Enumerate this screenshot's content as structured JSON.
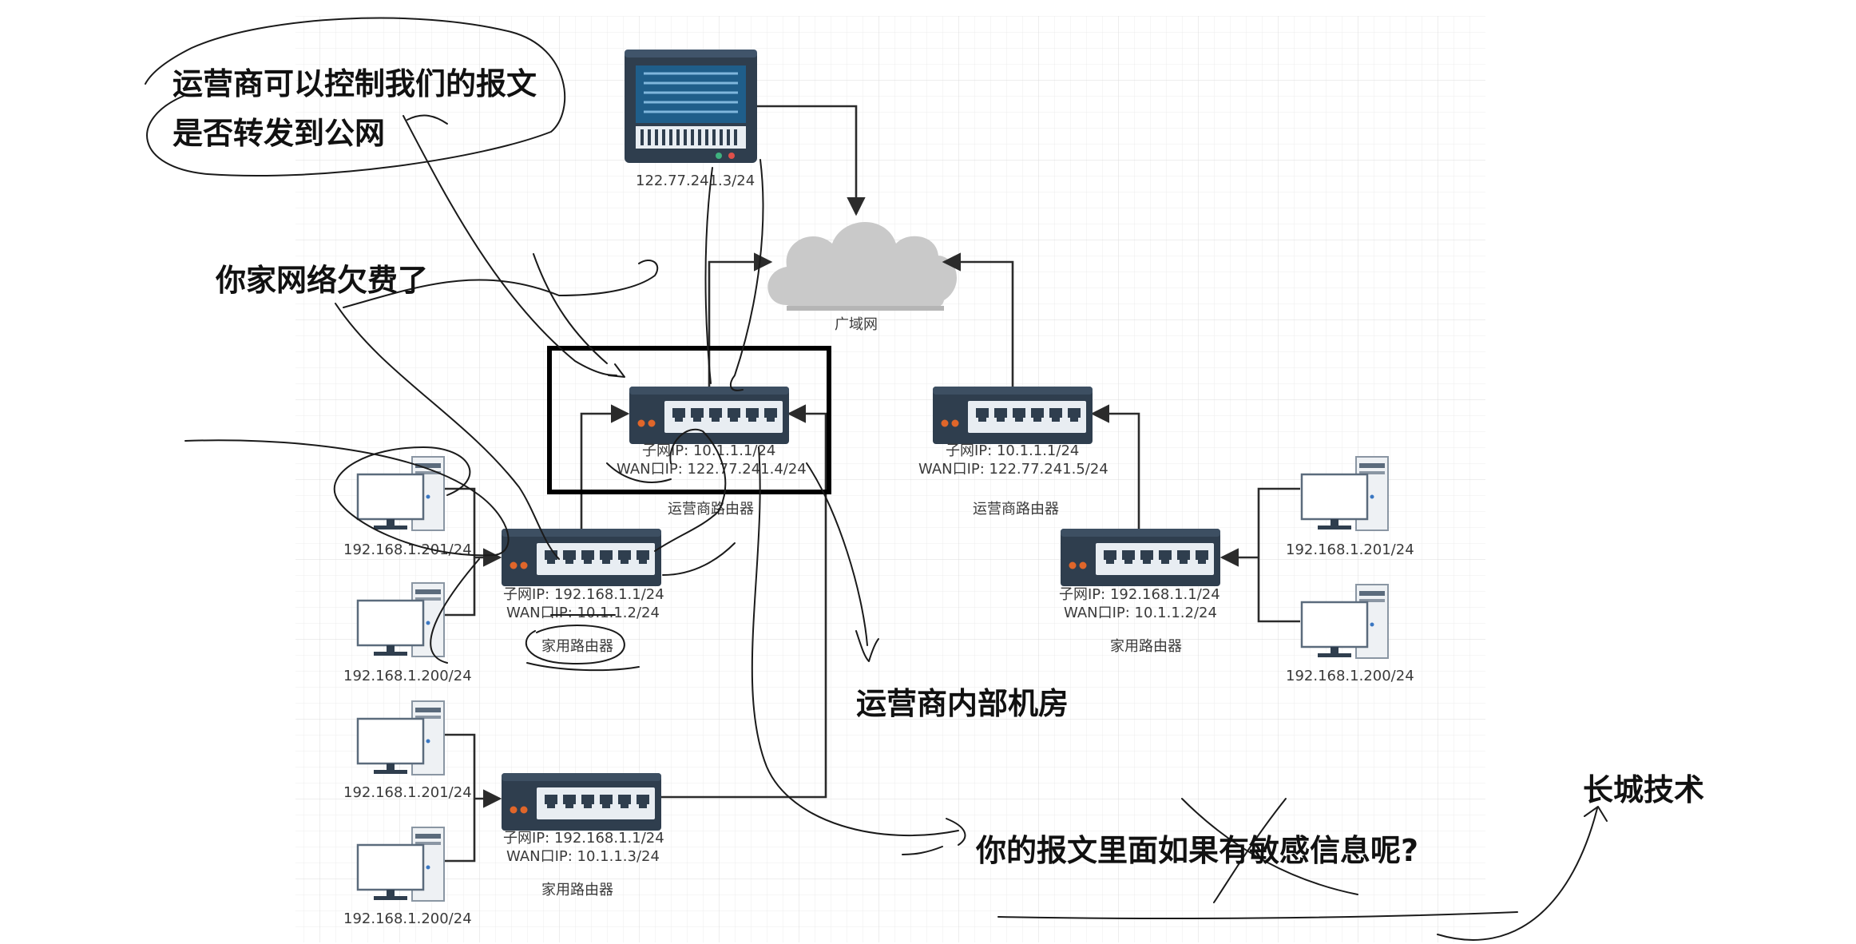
{
  "colors": {
    "device_body": "#2f3e4e",
    "device_panel": "#e8edf2",
    "port": "#2f3e4e",
    "led": "#e0662a",
    "cloud": "#c9c9c9",
    "grid": "#e6e6e6",
    "wire": "#2b2b2b",
    "ink": "#1a1a1a"
  },
  "server": {
    "icon": "server-icon",
    "ip": "122.77.241.3/24"
  },
  "cloud": {
    "icon": "cloud-icon",
    "label": "广域网"
  },
  "isp_router_1": {
    "icon": "switch-icon",
    "subnet": "子网IP:   10.1.1.1/24",
    "wan": "WAN口IP:  122.77.241.4/24",
    "label": "运营商路由器"
  },
  "isp_router_2": {
    "icon": "switch-icon",
    "subnet": "子网IP:   10.1.1.1/24",
    "wan": "WAN口IP:  122.77.241.5/24",
    "label": "运营商路由器"
  },
  "home_router_1": {
    "icon": "switch-icon",
    "subnet": "子网IP:   192.168.1.1/24",
    "wan": "WAN口IP:  10.1.1.2/24",
    "label": "家用路由器"
  },
  "home_router_2": {
    "icon": "switch-icon",
    "subnet": "子网IP:   192.168.1.1/24",
    "wan": "WAN口IP:  10.1.1.3/24",
    "label": "家用路由器"
  },
  "home_router_3": {
    "icon": "switch-icon",
    "subnet": "子网IP:   192.168.1.1/24",
    "wan": "WAN口IP:  10.1.1.2/24",
    "label": "家用路由器"
  },
  "pcs": {
    "icon": "desktop-pc-icon",
    "pc1": "192.168.1.201/24",
    "pc2": "192.168.1.200/24",
    "pc3": "192.168.1.201/24",
    "pc4": "192.168.1.200/24",
    "pc5": "192.168.1.201/24",
    "pc6": "192.168.1.200/24"
  },
  "annotations": {
    "carrier_control_line1": "运营商可以控制我们的报文",
    "carrier_control_line2": "是否转发到公网",
    "unpaid": "你家网络欠费了",
    "machine_room": "运营商内部机房",
    "sensitive": "你的报文里面如果有敏感信息呢?",
    "great_wall": "长城技术"
  }
}
